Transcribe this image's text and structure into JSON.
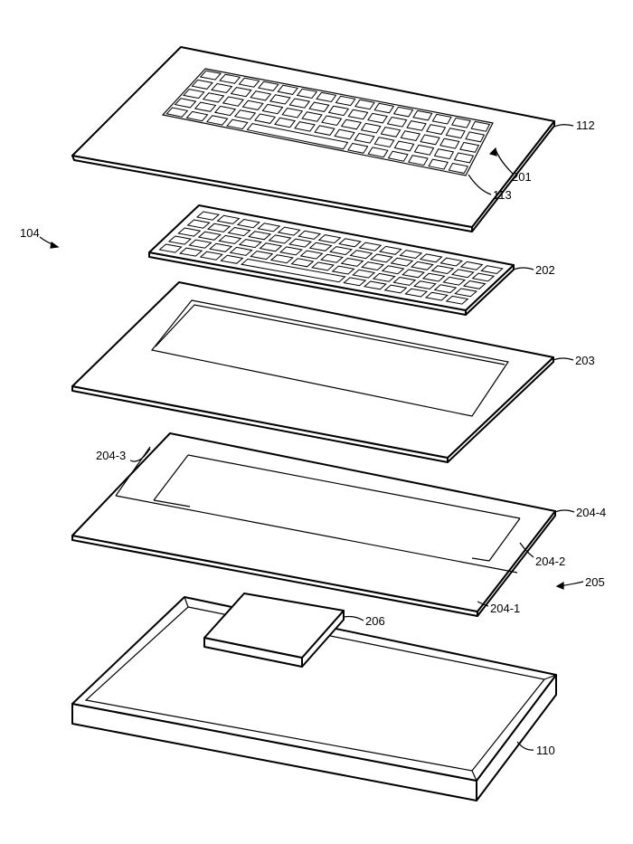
{
  "labels": {
    "assembly": "104",
    "top_case": "112",
    "key_opening": "201",
    "key_web": "113",
    "keyboard": "202",
    "frame_layer": "203",
    "segment_3": "204-3",
    "segment_4": "204-4",
    "segment_2": "204-2",
    "segment_1": "204-1",
    "segmented_layer": "205",
    "module": "206",
    "bottom_case": "110"
  },
  "colors": {
    "line": "#000000",
    "background": "#ffffff"
  }
}
